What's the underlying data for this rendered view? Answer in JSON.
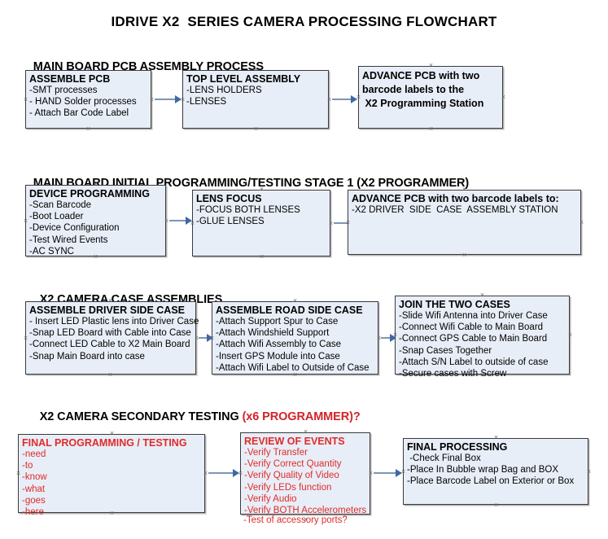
{
  "document": {
    "title": "IDRIVE X2  SERIES CAMERA PROCESSING FLOWCHART",
    "accent_red": "#d2232a",
    "box_fill": "#e8eef7",
    "box_border": "#3a3a3a",
    "arrow_color": "#3f67a8"
  },
  "sections": [
    {
      "id": "main-board-pcb-assembly",
      "heading": "MAIN BOARD PCB ASSEMBLY PROCESS",
      "heading_red_suffix": "",
      "boxes": [
        {
          "id": "assemble-pcb",
          "title": "ASSEMBLE PCB",
          "lines": [
            "-SMT processes",
            "- HAND Solder processes",
            "- Attach Bar Code Label"
          ]
        },
        {
          "id": "top-level-assembly",
          "title": "TOP LEVEL ASSEMBLY",
          "lines": [
            "-LENS HOLDERS",
            "-LENSES"
          ]
        },
        {
          "id": "advance-pcb-to-programming-station",
          "title": "",
          "lines": [
            "ADVANCE PCB with two",
            "barcode labels to the",
            " X2 Programming Station"
          ]
        }
      ]
    },
    {
      "id": "main-board-initial-programming",
      "heading": "MAIN BOARD INITIAL PROGRAMMING/TESTING STAGE 1 (X2 PROGRAMMER)",
      "heading_red_suffix": "",
      "boxes": [
        {
          "id": "device-programming",
          "title": "DEVICE PROGRAMMING",
          "lines": [
            "-Scan Barcode",
            "-Boot Loader",
            "-Device Configuration",
            "-Test Wired Events",
            "-AC SYNC"
          ]
        },
        {
          "id": "lens-focus",
          "title": "LENS FOCUS",
          "lines": [
            "-FOCUS BOTH LENSES",
            "-GLUE LENSES"
          ]
        },
        {
          "id": "advance-pcb-to-driver-side-case",
          "title": "ADVANCE PCB with two barcode labels to:",
          "lines": [
            "-X2 DRIVER  SIDE  CASE  ASSEMBLY STATION"
          ]
        }
      ]
    },
    {
      "id": "x2-camera-case-assemblies",
      "heading": "X2 CAMERA CASE ASSEMBLIES",
      "heading_red_suffix": "",
      "boxes": [
        {
          "id": "assemble-driver-side-case",
          "title": "ASSEMBLE DRIVER SIDE CASE",
          "lines": [
            "- Insert LED Plastic lens into Driver Case",
            "-Snap LED Board with Cable into Case",
            "-Connect LED Cable to X2 Main Board",
            "-Snap Main Board into case"
          ]
        },
        {
          "id": "assemble-road-side-case",
          "title": "ASSEMBLE ROAD SIDE CASE",
          "lines": [
            "-Attach Support Spur to Case",
            "-Attach Windshield Support",
            "-Attach Wifi Assembly to Case",
            "-Insert GPS Module into Case",
            "-Attach Wifi Label to Outside of Case"
          ]
        },
        {
          "id": "join-the-two-cases",
          "title": "JOIN THE TWO CASES",
          "lines": [
            "-Slide Wifi Antenna into Driver Case",
            "-Connect Wifi Cable to Main Board",
            "-Connect GPS Cable to Main Board",
            "-Snap Cases Together",
            "-Attach S/N Label to outside of case",
            "-Secure cases with Screw"
          ]
        }
      ]
    },
    {
      "id": "x2-camera-secondary-testing",
      "heading": "X2 CAMERA SECONDARY TESTING ",
      "heading_red_suffix": "(x6 PROGRAMMER)?",
      "boxes": [
        {
          "id": "final-programming-testing",
          "title": "FINAL PROGRAMMING / TESTING",
          "lines": [
            "-need",
            "-to",
            "-know",
            "-what",
            "-goes",
            "-here"
          ]
        },
        {
          "id": "review-of-events",
          "title": "REVIEW OF EVENTS",
          "lines": [
            "-Verify Transfer",
            "-Verify Correct Quantity",
            "-Verify Quality of Video",
            "-Verify LEDs function",
            "-Verify Audio",
            "-Verify BOTH Accelerometers"
          ],
          "overflow_line": "-Test of accessory ports?"
        },
        {
          "id": "final-processing",
          "title": "FINAL PROCESSING",
          "lines": [
            " -Check Final Box",
            "-Place In Bubble wrap Bag and BOX",
            "-Place Barcode Label on Exterior or Box"
          ]
        }
      ]
    }
  ]
}
